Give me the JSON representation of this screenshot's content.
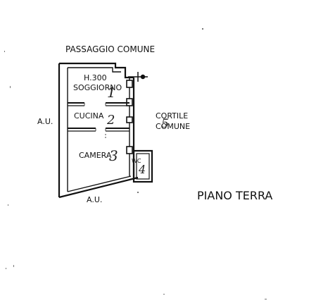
{
  "labels": {
    "passage": "PASSAGGIO COMUNE",
    "height": "H.300",
    "living": "SOGGIORNO",
    "kitchen": "CUCINA",
    "bedroom": "CAMERA",
    "wc": "WC",
    "courtyard_line1": "CORTILE",
    "courtyard_line2": "COMUNE",
    "au_left": "A.U.",
    "au_bottom": "A.U.",
    "floor": "PIANO TERRA"
  },
  "handwritten": {
    "n1": "1",
    "n2": "2",
    "n3": "3",
    "n4": "4",
    "n5": "5"
  }
}
